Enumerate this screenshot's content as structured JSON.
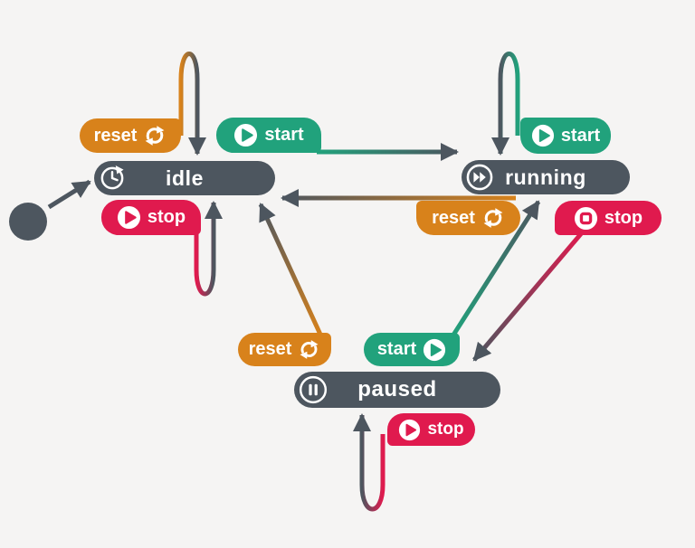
{
  "diagram": {
    "type": "state-machine",
    "colors": {
      "state_fill": "#4d565f",
      "reset_pill": "#d8821b",
      "start_pill": "#21a27c",
      "stop_pill": "#e01a4e",
      "arrow": "#4d565f",
      "background": "#f5f4f3"
    }
  },
  "states": {
    "idle": {
      "label": "idle",
      "icon": "clock-history-icon"
    },
    "running": {
      "label": "running",
      "icon": "fast-forward-icon"
    },
    "paused": {
      "label": "paused",
      "icon": "pause-icon"
    }
  },
  "transitions": {
    "idle_reset": {
      "label": "reset",
      "from": "idle",
      "to": "idle",
      "color": "#d8821b",
      "icon": "refresh-icon"
    },
    "idle_start": {
      "label": "start",
      "from": "idle",
      "to": "running",
      "color": "#21a27c",
      "icon": "play-circle-icon"
    },
    "idle_stop": {
      "label": "stop",
      "from": "idle",
      "to": "idle",
      "color": "#e01a4e",
      "icon": "play-circle-icon"
    },
    "running_start": {
      "label": "start",
      "from": "running",
      "to": "running",
      "color": "#21a27c",
      "icon": "play-circle-icon"
    },
    "running_reset": {
      "label": "reset",
      "from": "running",
      "to": "idle",
      "color": "#d8821b",
      "icon": "refresh-icon"
    },
    "running_stop": {
      "label": "stop",
      "from": "running",
      "to": "paused",
      "color": "#e01a4e",
      "icon": "stop-circle-icon"
    },
    "paused_reset": {
      "label": "reset",
      "from": "paused",
      "to": "idle",
      "color": "#d8821b",
      "icon": "refresh-icon"
    },
    "paused_start": {
      "label": "start",
      "from": "paused",
      "to": "running",
      "color": "#21a27c",
      "icon": "play-circle-icon"
    },
    "paused_stop": {
      "label": "stop",
      "from": "paused",
      "to": "paused",
      "color": "#e01a4e",
      "icon": "play-circle-icon"
    }
  }
}
